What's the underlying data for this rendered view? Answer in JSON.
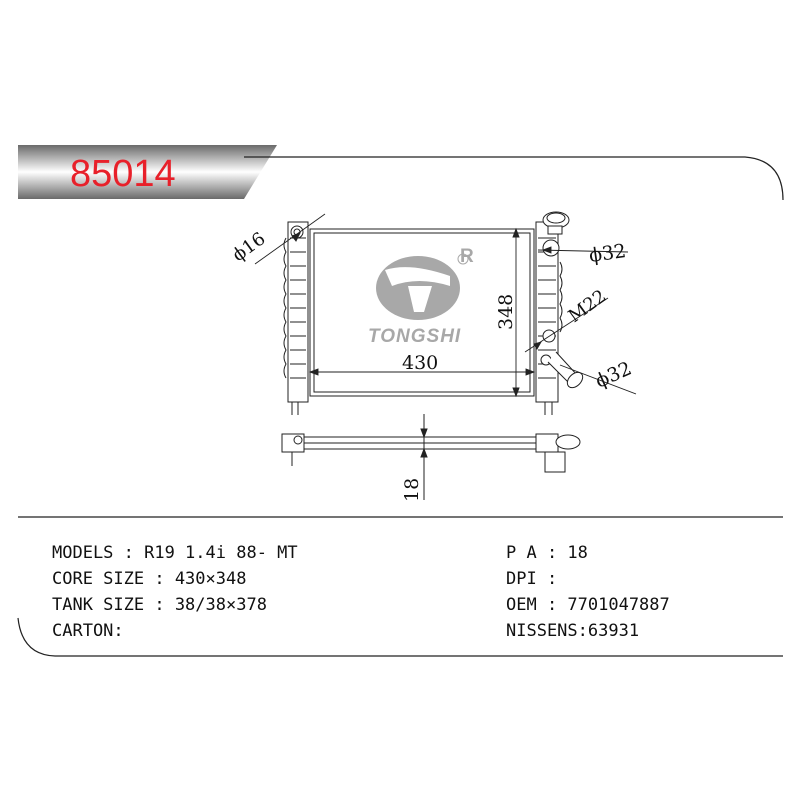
{
  "product": {
    "code": "85014",
    "code_color": "#e8202a"
  },
  "logo": {
    "brand": "TONGSHI",
    "mark": "R",
    "color": "#8c8c8c"
  },
  "drawing": {
    "dim_inlet": "ϕ16",
    "dim_core_width": "430",
    "dim_core_height": "348",
    "dim_upper_outlet": "ϕ32",
    "dim_thread": "M22",
    "dim_lower_outlet": "ϕ32",
    "dim_core_thickness": "18"
  },
  "specs": {
    "models": "MODELS : R19 1.4i 88- MT",
    "core_size": "CORE SIZE : 430×348",
    "tank_size": "TANK SIZE : 38/38×378",
    "carton": "CARTON:",
    "pa": "P A : 18",
    "dpi": "DPI :",
    "oem": "OEM : 7701047887",
    "nissens": "NISSENS:63931"
  }
}
